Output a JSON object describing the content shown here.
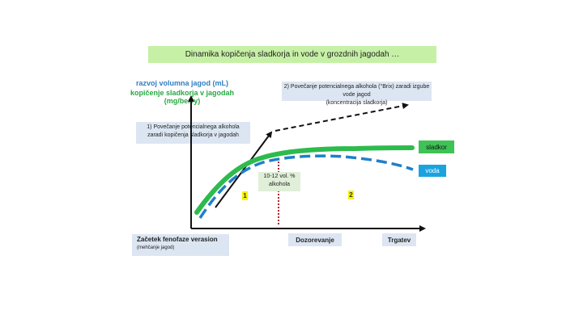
{
  "title": "Dinamika kopičenja sladkorja in vode v grozdnih jagodah …",
  "y_axis": {
    "label_volume": "razvoj volumna jagod (mL)",
    "label_sugar": "kopičenje sladkorja v jagodah (mg/berry)"
  },
  "notes": {
    "phase1_line1": "1) Povečanje potencialnega alkohola",
    "phase1_line2": "zaradi kopičenja sladkorja v jagodah",
    "phase2_line1": "2) Povečanje potencialnega alkohola (°Brix) zaradi izgube vode jagod",
    "phase2_line2": "(koncentracija sladkorja)"
  },
  "alcohol": {
    "line1": "10-12 vol. %",
    "line2": "alkohola"
  },
  "legend": {
    "sugar": "sladkor",
    "water": "voda"
  },
  "markers": {
    "one": "1",
    "two": "2"
  },
  "x_axis": {
    "start_label": "Začetek fenofaze verasion",
    "start_sub": "(mehčanje jagod)",
    "mid_label": "Dozorevanje",
    "end_label": "Trgatev"
  },
  "colors": {
    "sugar_curve": "#2dbb4e",
    "water_curve": "#1f7fc8",
    "title_bg": "#c6f0a6",
    "note_bg": "#dce6f2"
  }
}
